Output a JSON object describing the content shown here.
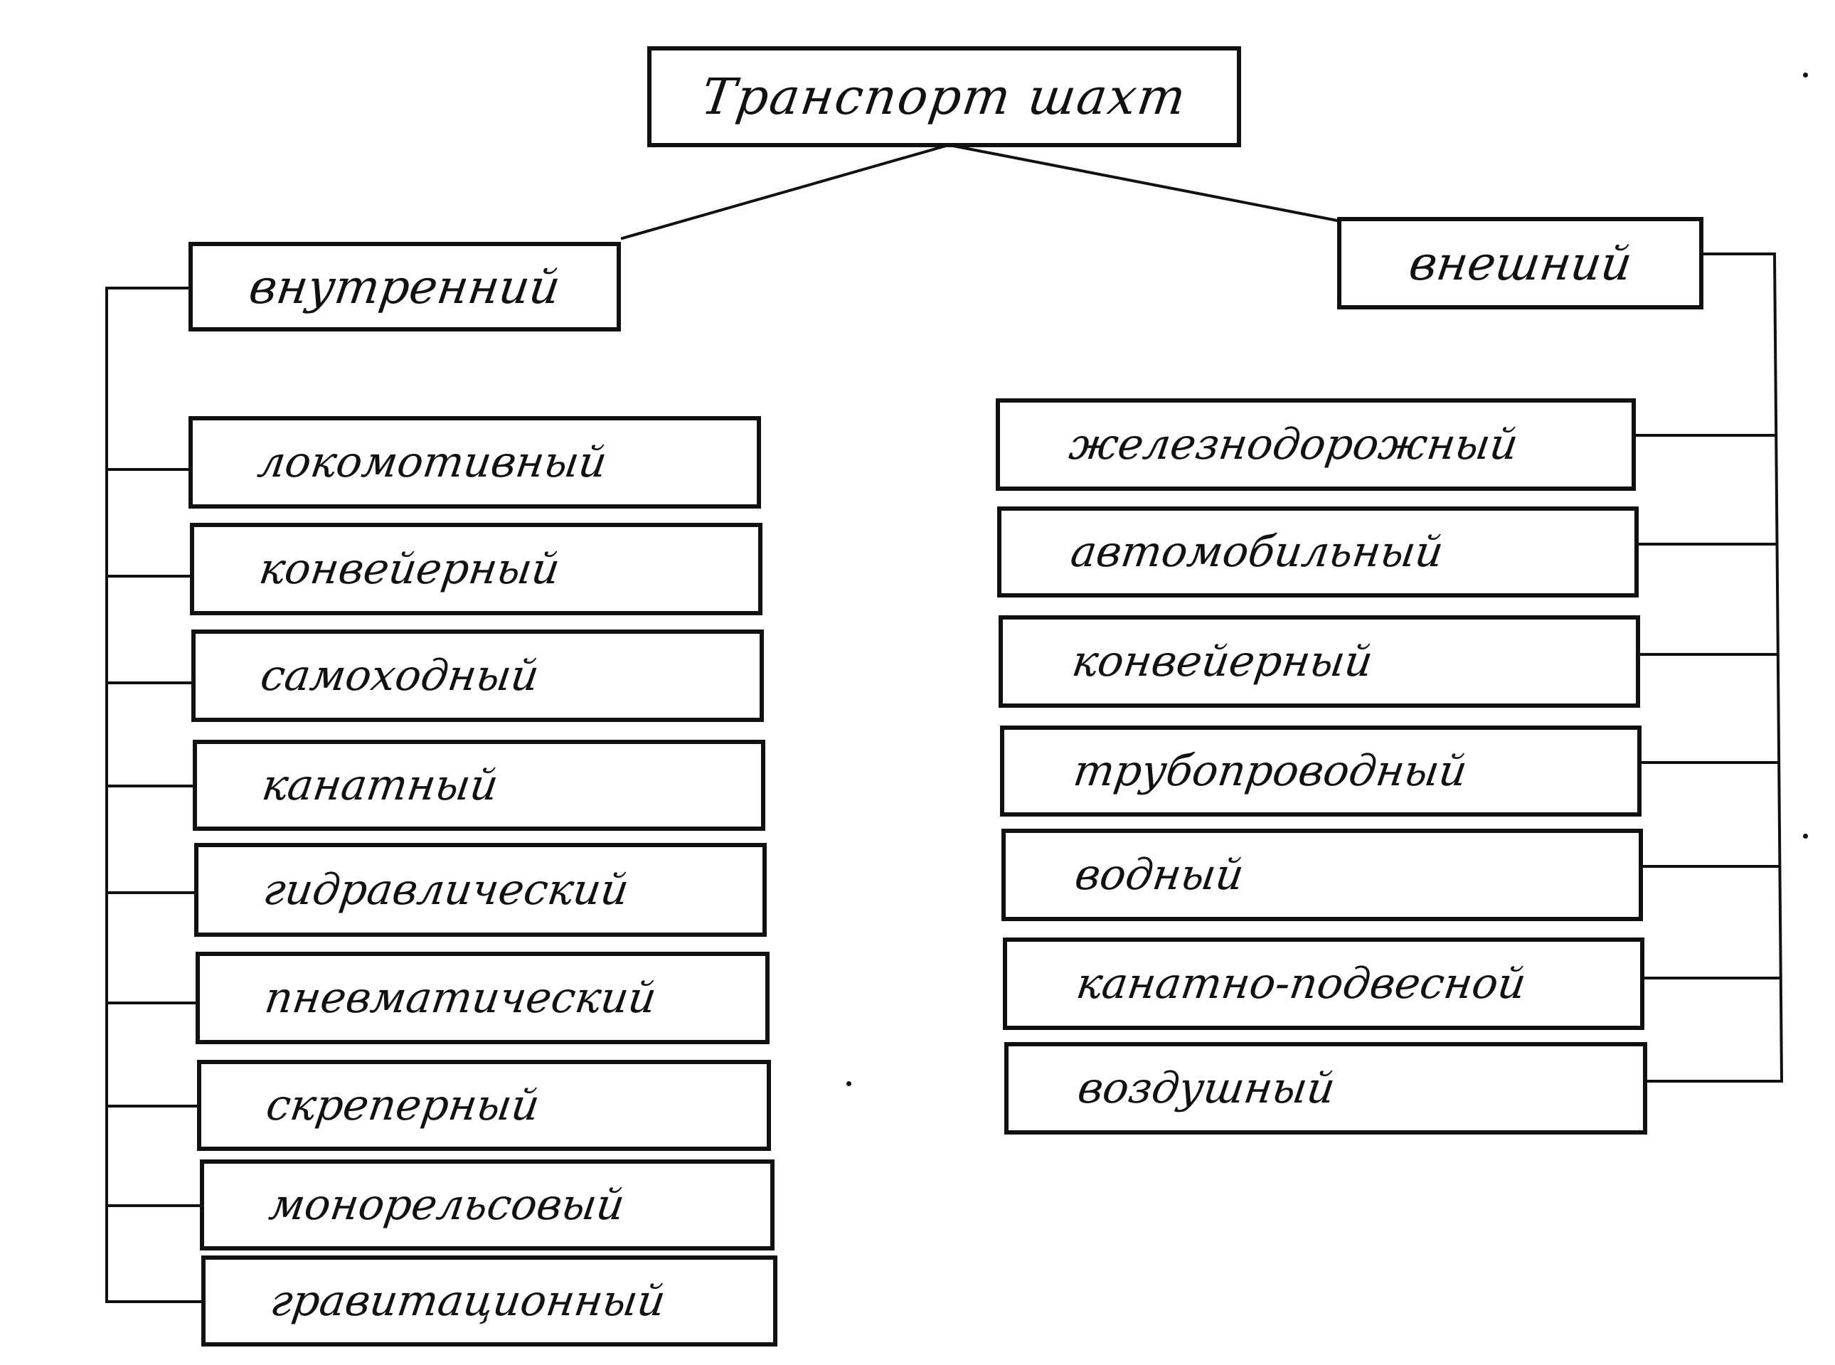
{
  "root": {
    "label": "Транспорт   шахт"
  },
  "internal": {
    "label": "внутренний",
    "items": [
      "локомотивный",
      "конвейерный",
      "самоходный",
      "канатный",
      "гидравлический",
      "пневматический",
      "скреперный",
      "монорельсовый",
      "гравитационный"
    ]
  },
  "external": {
    "label": "внешний",
    "items": [
      "железнодорожный",
      "автомобильный",
      "конвейерный",
      "трубопроводный",
      "водный",
      "канатно-подвесной",
      "воздушный"
    ]
  },
  "colors": {
    "ink": "#111111",
    "paper": "#ffffff"
  }
}
